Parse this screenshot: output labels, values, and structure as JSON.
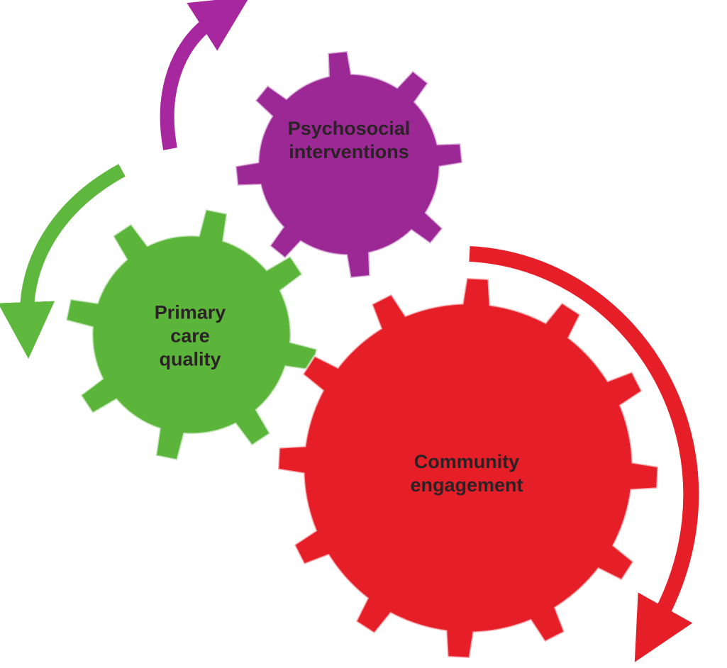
{
  "gears": [
    {
      "id": "psychosocial",
      "lines": [
        "Psychosocial",
        "interventions"
      ],
      "color": "#9c2896"
    },
    {
      "id": "primary",
      "lines": [
        "Primary",
        "care",
        "quality"
      ],
      "color": "#5bb53a"
    },
    {
      "id": "community",
      "lines": [
        "Community",
        "engagement"
      ],
      "color": "#e61e28"
    }
  ],
  "arrows": {
    "purple": "#a7279f",
    "green": "#5fb83e",
    "red": "#e61e28"
  }
}
